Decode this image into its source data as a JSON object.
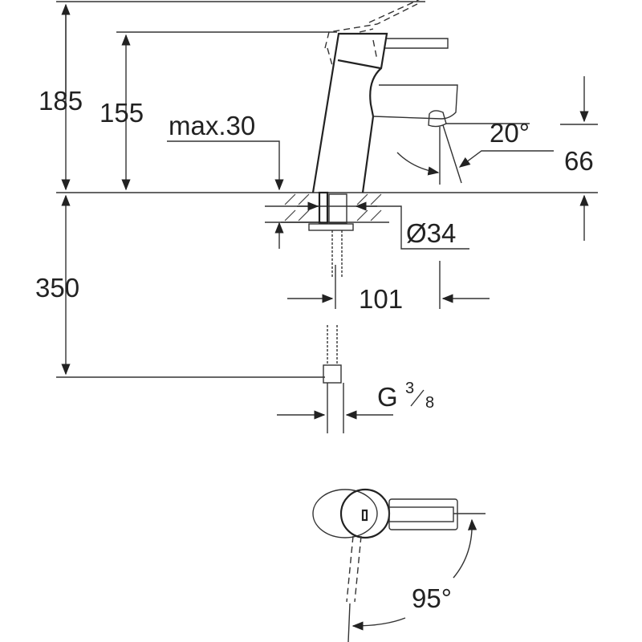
{
  "dimensions": {
    "total_height": "185",
    "spout_height": "155",
    "max_deck_thickness": "max.30",
    "spout_angle": "20°",
    "spout_outlet_height": "66",
    "hole_diameter": "Ø34",
    "hose_length": "350",
    "spout_reach": "101",
    "connection_thread_main": "G",
    "connection_thread_num": "3",
    "connection_thread_den": "8",
    "lever_rotation": "95°"
  },
  "colors": {
    "line": "#333333",
    "background": "#ffffff"
  }
}
